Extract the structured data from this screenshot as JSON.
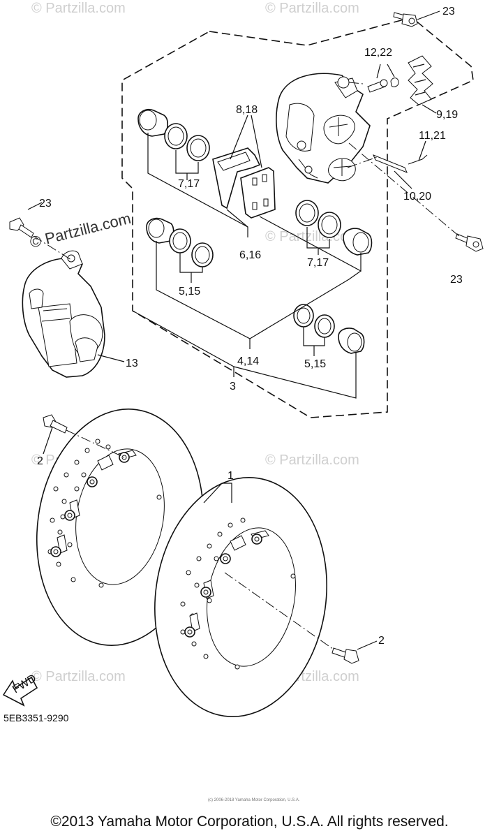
{
  "diagram": {
    "callouts": {
      "c23_top": "23",
      "c12_22": "12,22",
      "c8_18": "8,18",
      "c9_19": "9,19",
      "c11_21": "11,21",
      "c7_17_left": "7,17",
      "c10_20": "10,20",
      "c23_left": "23",
      "c6_16": "6,16",
      "c7_17_right": "7,17",
      "c23_right": "23",
      "c5_15_mid": "5,15",
      "c13": "13",
      "c4_14": "4,14",
      "c5_15_low": "5,15",
      "c3": "3",
      "c2_left": "2",
      "c1": "1",
      "c2_right": "2"
    },
    "fwd_label": "FWD",
    "diagram_code": "5EB3351-9290",
    "watermark": "© Partzilla.com",
    "small_copyright": "(c) 2006-2018 Yamaha Motor Corporation, U.S.A."
  },
  "footer": {
    "copyright": "©2013 Yamaha Motor Corporation, U.S.A. All rights reserved."
  }
}
